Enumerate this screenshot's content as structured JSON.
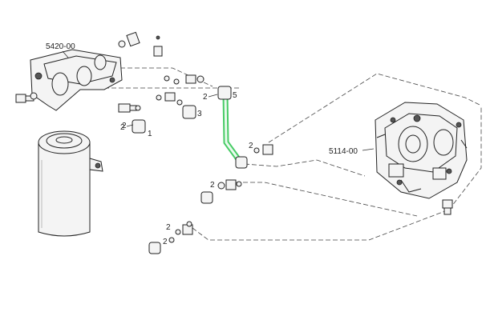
{
  "diagram": {
    "assemblies": {
      "filter_bracket": "5420-00",
      "injection_pump": "5114-00"
    },
    "pipes": [
      {
        "ref": "1",
        "washer_ref": "2",
        "highlighted": false
      },
      {
        "ref": "3",
        "washer_ref": "2",
        "highlighted": false
      },
      {
        "ref": "5",
        "washer_ref": "2",
        "highlighted": true
      }
    ],
    "washer_refs": [
      "2",
      "2",
      "2",
      "2",
      "2",
      "2",
      "2"
    ],
    "highlight_color": "#27c24a"
  }
}
